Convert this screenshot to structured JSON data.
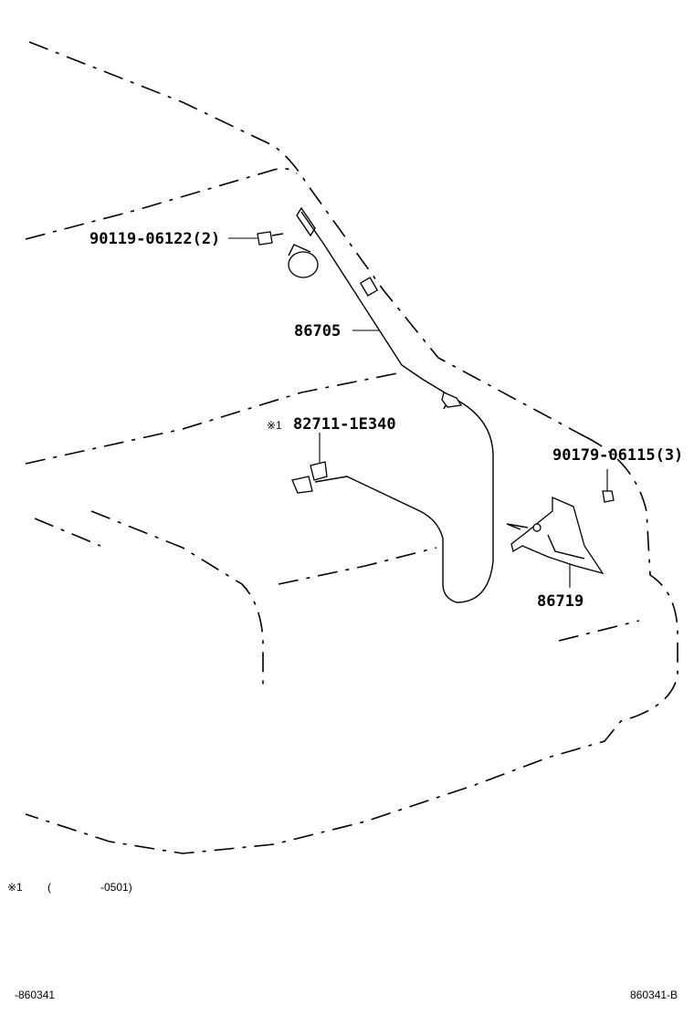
{
  "parts": [
    {
      "id": "p1",
      "label": "90119-06122(2)"
    },
    {
      "id": "p2",
      "label": "86705"
    },
    {
      "id": "p3",
      "mark": "※1",
      "label": "82711-1E340"
    },
    {
      "id": "p4",
      "label": "90179-06115(3)"
    },
    {
      "id": "p5",
      "label": "86719"
    }
  ],
  "footnote": {
    "mark": "※1",
    "open": "(",
    "range": "-0501)"
  },
  "footer": {
    "left": "-860341",
    "right": "860341-B"
  }
}
